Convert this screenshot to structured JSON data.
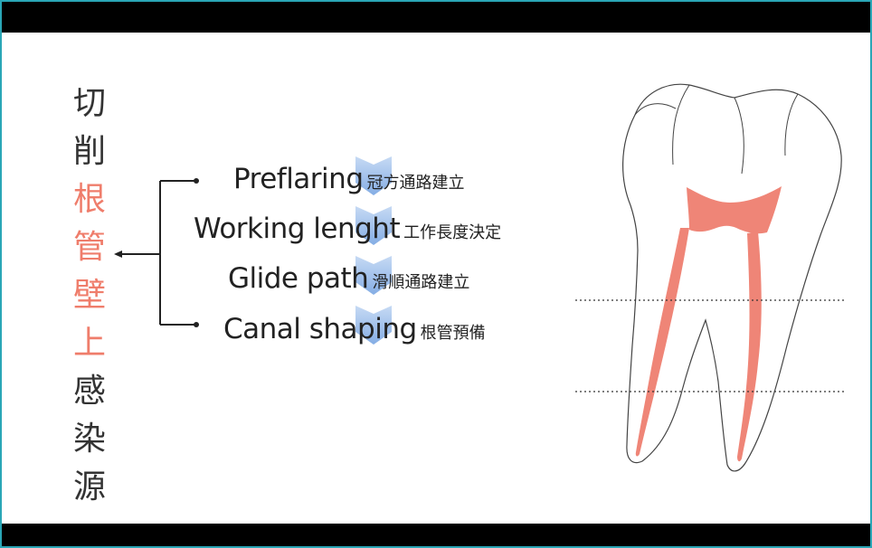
{
  "vertical_title": [
    "切",
    "削",
    "根",
    "管",
    "壁",
    "上",
    "感",
    "染",
    "源"
  ],
  "highlight_color": "#ef7d6b",
  "steps": [
    {
      "en": "Preflaring",
      "zh": "冠方通路建立"
    },
    {
      "en": "Working lenght",
      "zh": "工作長度決定"
    },
    {
      "en": "Glide path",
      "zh": "滑順通路建立"
    },
    {
      "en": "Canal shaping",
      "zh": "根管預備"
    }
  ],
  "colors": {
    "arrow": "#8fb5e8",
    "pulp": "#ef8577",
    "frame": "#2aa6b6"
  }
}
